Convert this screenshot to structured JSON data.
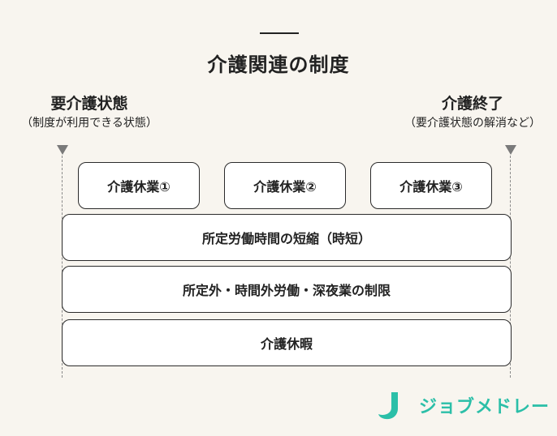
{
  "title": "介護関連の制度",
  "start": {
    "label": "要介護状態",
    "sublabel": "（制度が利用できる状態）"
  },
  "end": {
    "label": "介護終了",
    "sublabel": "（要介護状態の解消など）"
  },
  "leaves": [
    "介護休業①",
    "介護休業②",
    "介護休業③"
  ],
  "programs": [
    "所定労働時間の短縮（時短）",
    "所定外・時間外労働・深夜業の制限",
    "介護休暇"
  ],
  "logo": {
    "text": "ジョブメドレー",
    "color": "#2bbfa8",
    "icon": "job-medley-logo-icon"
  },
  "colors": {
    "background": "#f8f5ef",
    "box_border": "#2b2b2b",
    "marker": "#7a7a7a"
  }
}
